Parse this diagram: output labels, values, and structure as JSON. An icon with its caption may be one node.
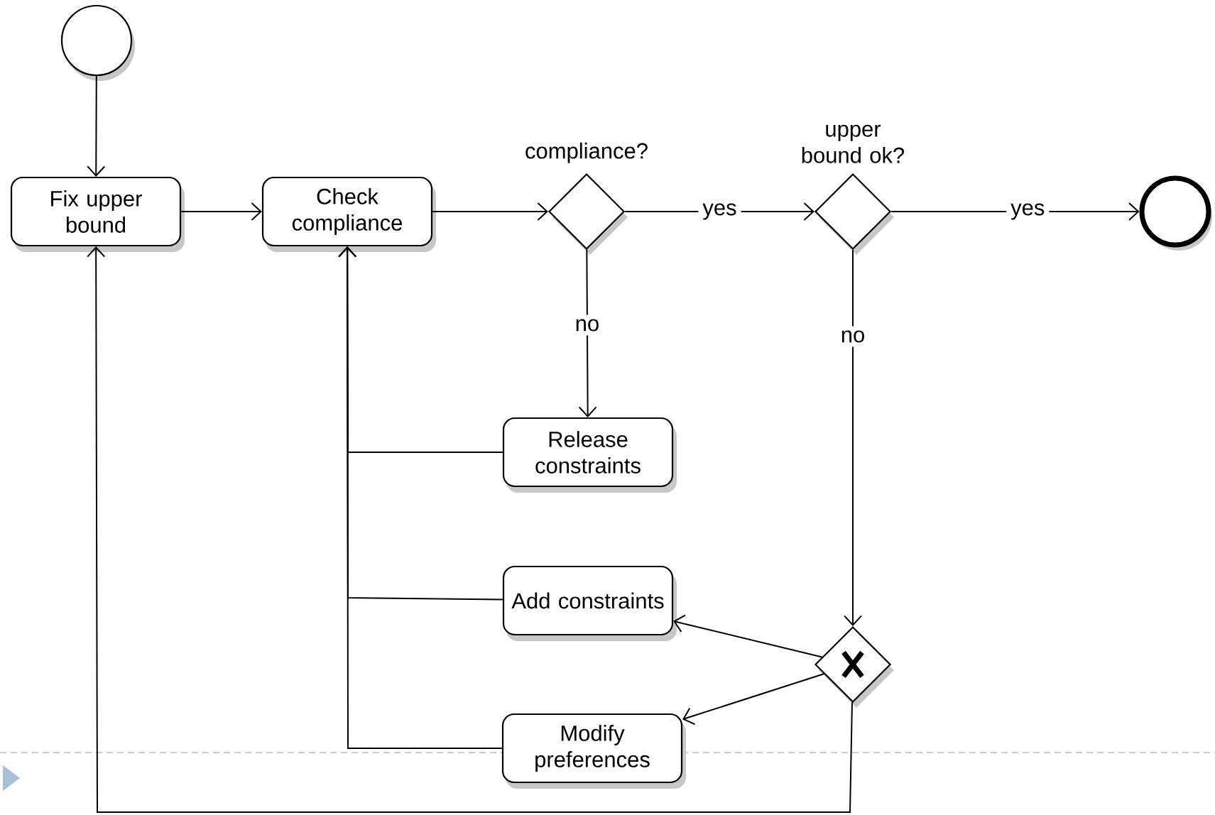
{
  "diagram": {
    "nodes": [
      {
        "text": [],
        "shape": "circle"
      },
      {
        "text": [
          "Fix upper bound"
        ]
      },
      {
        "text": [
          "Check compliance"
        ]
      },
      {
        "text": [
          "compliance?"
        ]
      },
      {
        "text": [
          "upper bound ok?"
        ]
      },
      {
        "text": [],
        "shape": "circle"
      },
      {
        "text": [
          "Release constraints"
        ]
      },
      {
        "text": [
          "Add constraints"
        ]
      },
      {
        "text": [],
        "shape": "diamond"
      },
      {
        "text": [
          "Modify preferences"
        ]
      }
    ],
    "edges": [
      {
        "from": 0,
        "to": 1,
        "arrow": "to"
      },
      {
        "from": 1,
        "to": 2,
        "arrow": "to"
      },
      {
        "from": 2,
        "to": 3,
        "arrow": "to"
      },
      {
        "from": 3,
        "to": 4,
        "arrow": "to",
        "label": "yes"
      },
      {
        "from": 4,
        "to": 5,
        "arrow": "to",
        "label": "yes"
      },
      {
        "from": 3,
        "to": 6,
        "arrow": "to",
        "label": "no"
      },
      {
        "from": 4,
        "to": 8,
        "arrow": "to",
        "label": "no"
      },
      {
        "from": 8,
        "to": 7,
        "arrow": "to"
      },
      {
        "from": 8,
        "to": 9,
        "arrow": "to"
      },
      {
        "from": 6,
        "to": 2,
        "arrow": "to"
      },
      {
        "from": 7,
        "to": 2,
        "arrow": "to"
      },
      {
        "from": 9,
        "to": 2,
        "arrow": "to"
      },
      {
        "from": 8,
        "to": 1,
        "arrow": "to"
      }
    ]
  }
}
